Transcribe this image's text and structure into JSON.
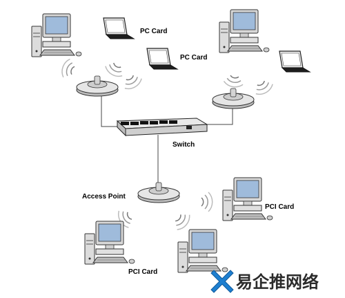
{
  "labels": {
    "pc_card_1": "PC Card",
    "pc_card_2": "PC Card",
    "switch": "Switch",
    "access_point": "Access Point",
    "pci_card_1": "PCI Card",
    "pci_card_2": "PCI Card"
  },
  "watermark": {
    "text": "易企推网络",
    "accent_color": "#1e7fd0"
  },
  "colors": {
    "line": "#444444",
    "device_body": "#e4e4e4",
    "device_dark": "#2a2a2a",
    "screen": "#a8c4e0"
  }
}
